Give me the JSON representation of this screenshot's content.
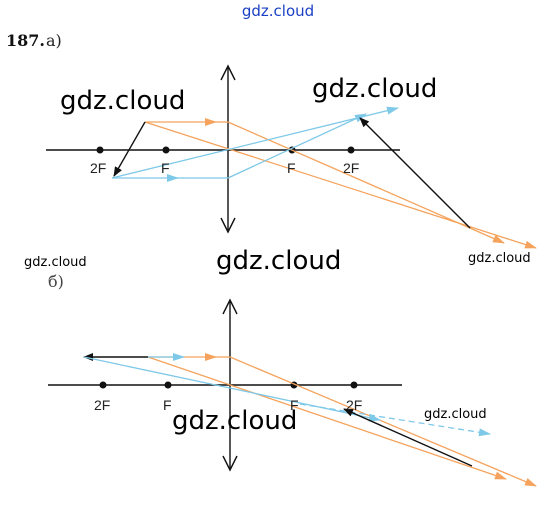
{
  "header": {
    "site": "gdz.cloud"
  },
  "problem": {
    "number": "187.",
    "part_a": "а)",
    "part_b": "б)"
  },
  "watermarks": {
    "w1": "gdz.cloud",
    "w2": "gdz.cloud",
    "w3": "gdz.cloud",
    "w4": "gdz.cloud",
    "w5": "gdz.cloud",
    "w6": "gdz.cloud",
    "w7": "gdz.cloud"
  },
  "diagram_a": {
    "labels": [
      "2F",
      "F",
      "F",
      "2F"
    ]
  },
  "diagram_b": {
    "labels": [
      "2F",
      "F",
      "F",
      "2F"
    ]
  },
  "colors": {
    "orange": "#f5a35c",
    "blue": "#7ec8e8",
    "black": "#111111",
    "site_blue": "#1a3fc4"
  }
}
